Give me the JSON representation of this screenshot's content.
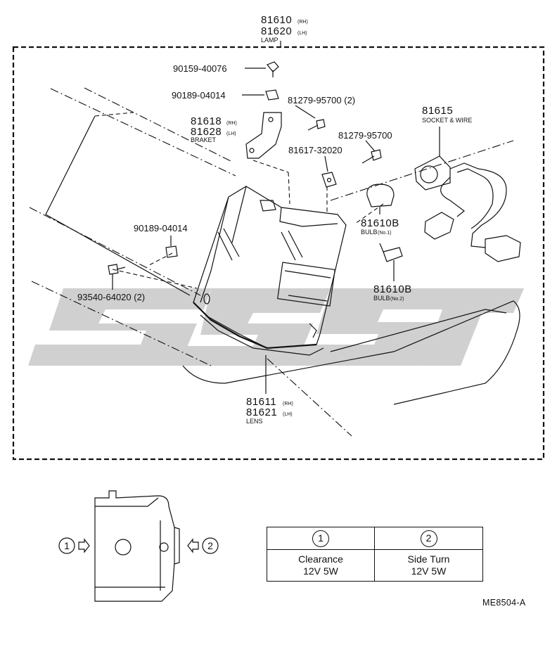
{
  "lamp": {
    "part_no_rh": "81610",
    "part_no_lh": "81620",
    "rh": "(RH)",
    "lh": "(LH)",
    "name": "LAMP"
  },
  "callouts": {
    "c1": "90159-40076",
    "c2": "90189-04014",
    "c3": "81279-95700 (2)",
    "c4_rh": "81618",
    "c4_lh": "81628",
    "c4_rh_tag": "(RH)",
    "c4_lh_tag": "(LH)",
    "c4_name": "BRAKET",
    "c5": "81617-32020",
    "c6": "81279-95700",
    "c7": "81615",
    "c7_name": "SOCKET & WIRE",
    "c8": "90189-04014",
    "c9": "93540-64020 (2)",
    "c10": "81610B",
    "c10_name": "BULB",
    "c10_tag": "(No.1)",
    "c11": "81610B",
    "c11_name": "BULB",
    "c11_tag": "(No.2)",
    "c12_rh": "81611",
    "c12_lh": "81621",
    "c12_rh_tag": "(RH)",
    "c12_lh_tag": "(LH)",
    "c12_name": "LENS"
  },
  "lower": {
    "left_marker": "1",
    "right_marker": "2"
  },
  "table": {
    "headers": [
      "1",
      "2"
    ],
    "rows": [
      {
        "name": "Clearance",
        "spec": "12V 5W"
      },
      {
        "name": "Side Turn",
        "spec": "12V 5W"
      }
    ]
  },
  "diagram_code": "ME8504-A",
  "watermark_color": "#c8c8c8"
}
